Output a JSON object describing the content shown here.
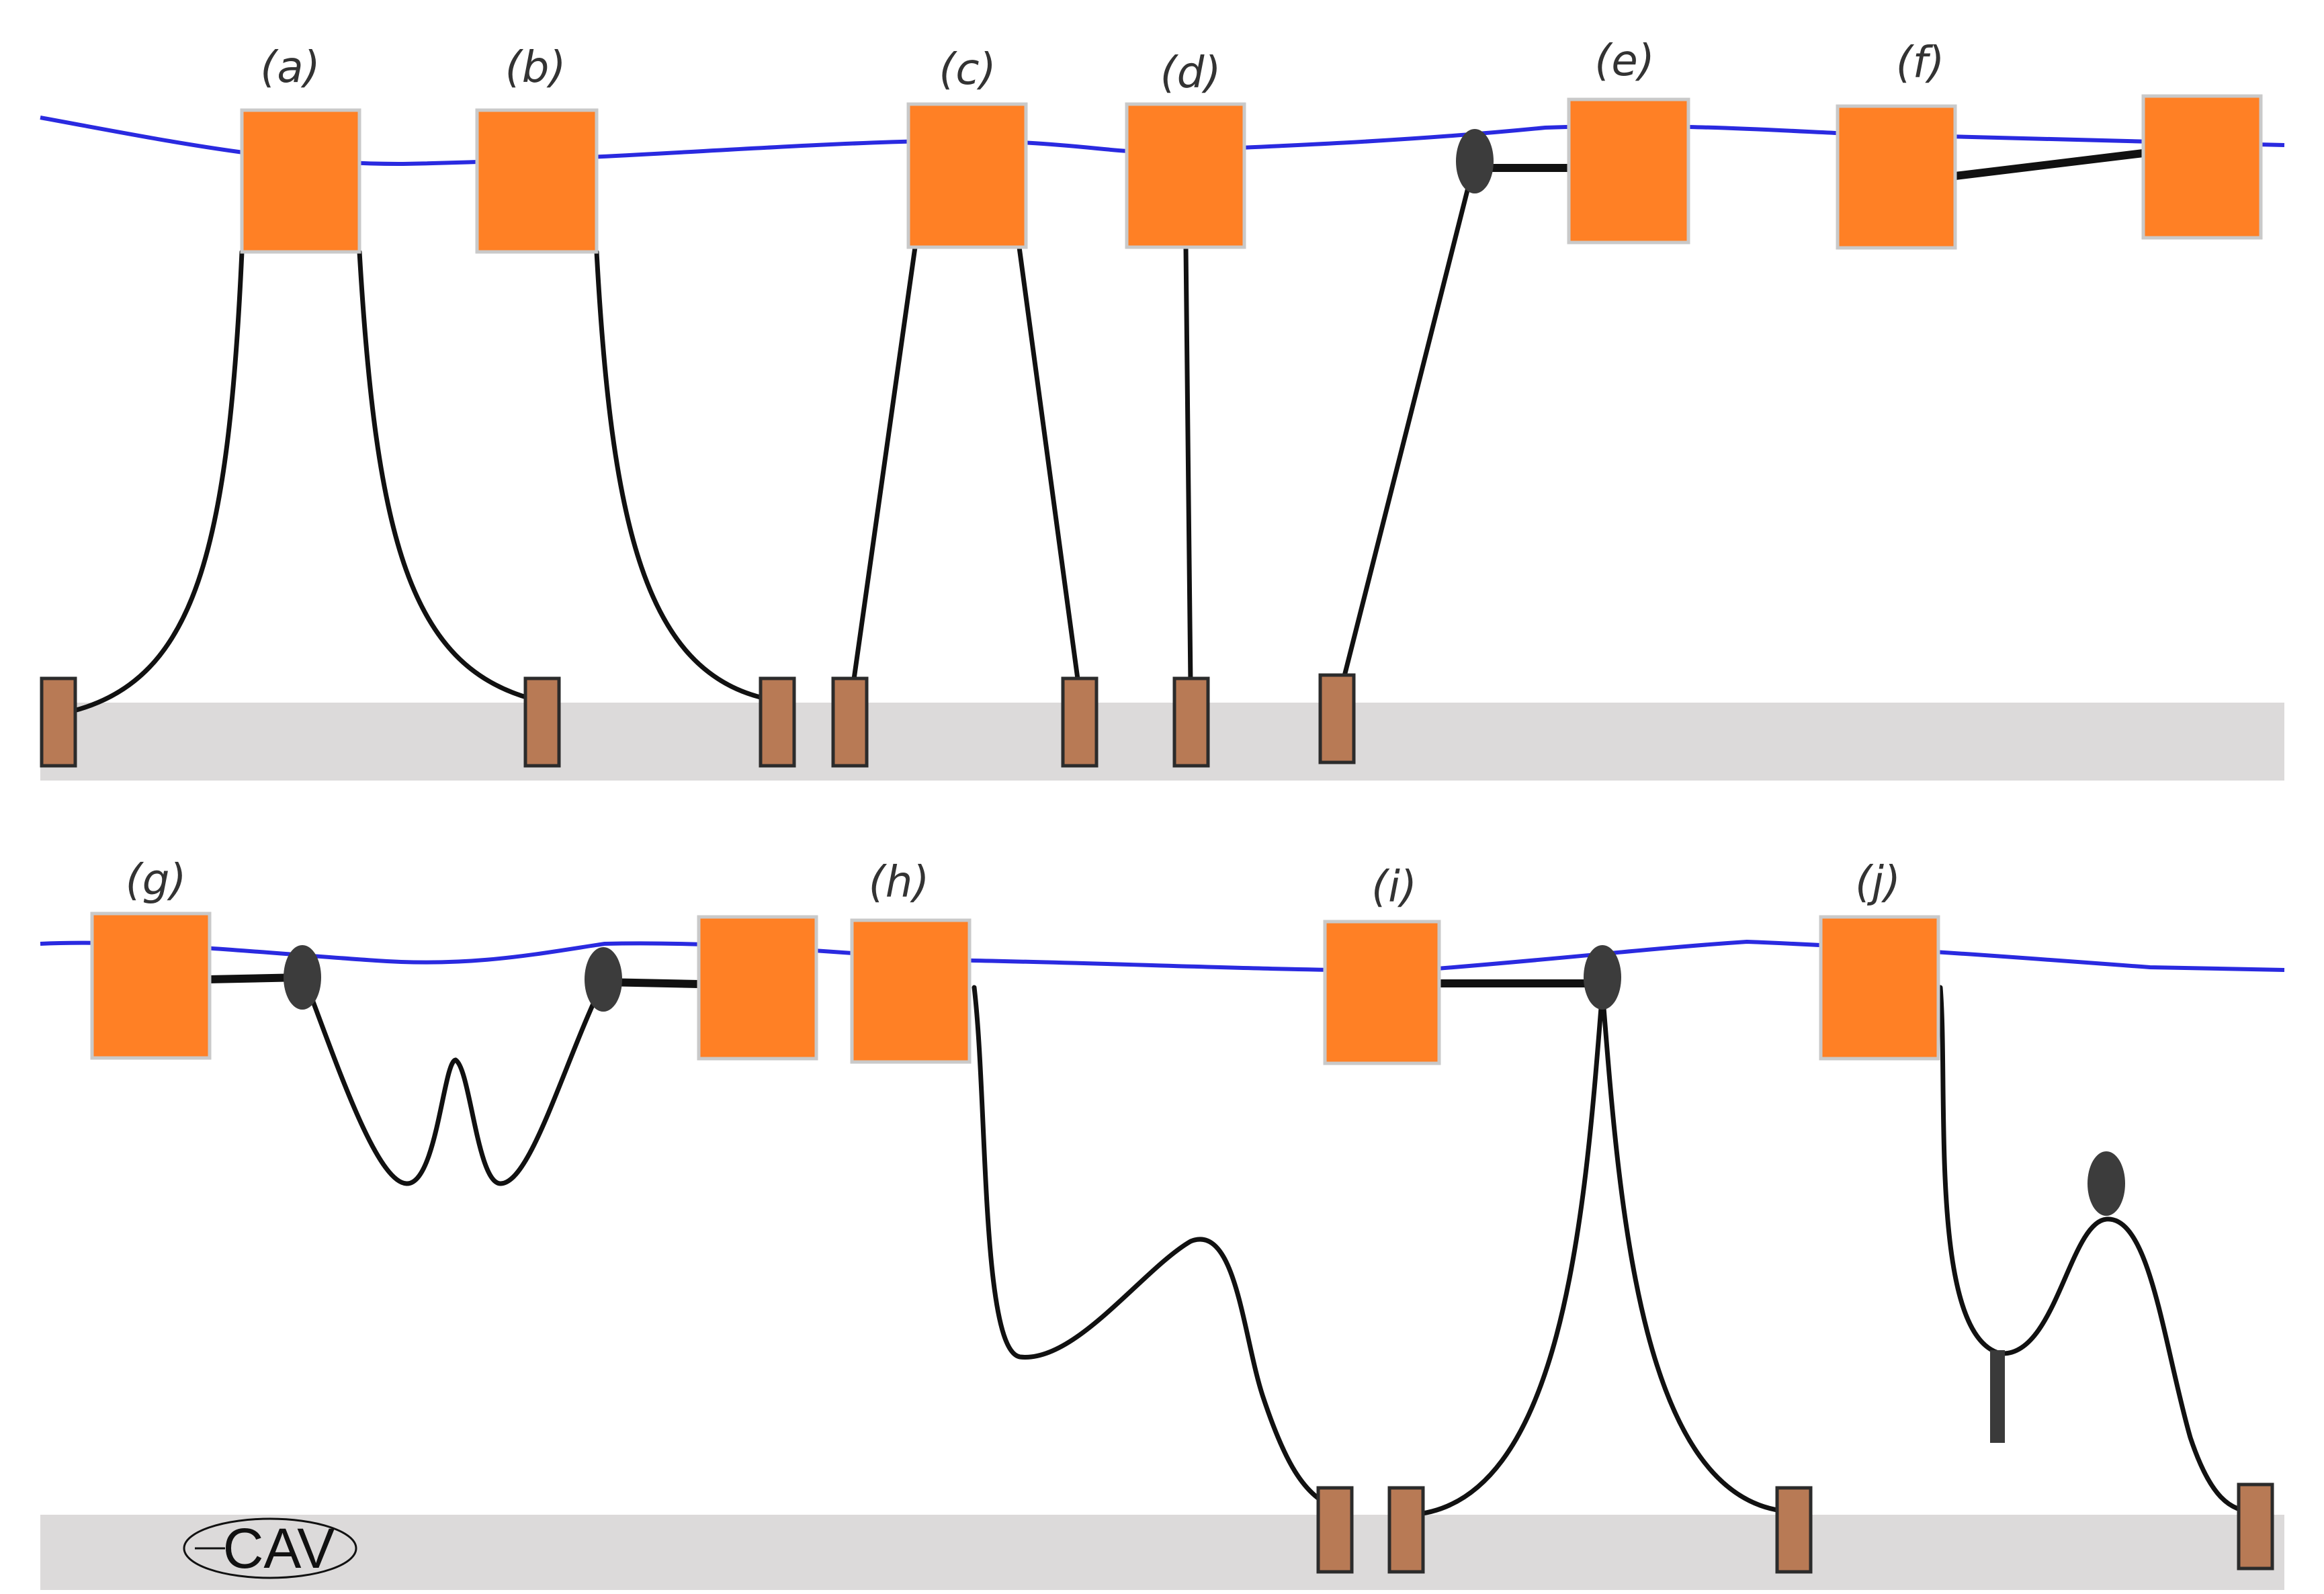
{
  "colors": {
    "buoy": "#FF8025",
    "anchor": "#B87A55",
    "seabed": "#DCDADA",
    "water_surface": "#2A2AE0",
    "mooring_line": "#111111",
    "float": "#3c3c3c"
  },
  "panels": [
    {
      "id": "a",
      "label": "(a)"
    },
    {
      "id": "b",
      "label": "(b)"
    },
    {
      "id": "c",
      "label": "(c)"
    },
    {
      "id": "d",
      "label": "(d)"
    },
    {
      "id": "e",
      "label": "(e)"
    },
    {
      "id": "f",
      "label": "(f)"
    },
    {
      "id": "g",
      "label": "(g)"
    },
    {
      "id": "h",
      "label": "(h)"
    },
    {
      "id": "i",
      "label": "(i)"
    },
    {
      "id": "j",
      "label": "(j)"
    }
  ],
  "logo": {
    "text": "CAV"
  }
}
